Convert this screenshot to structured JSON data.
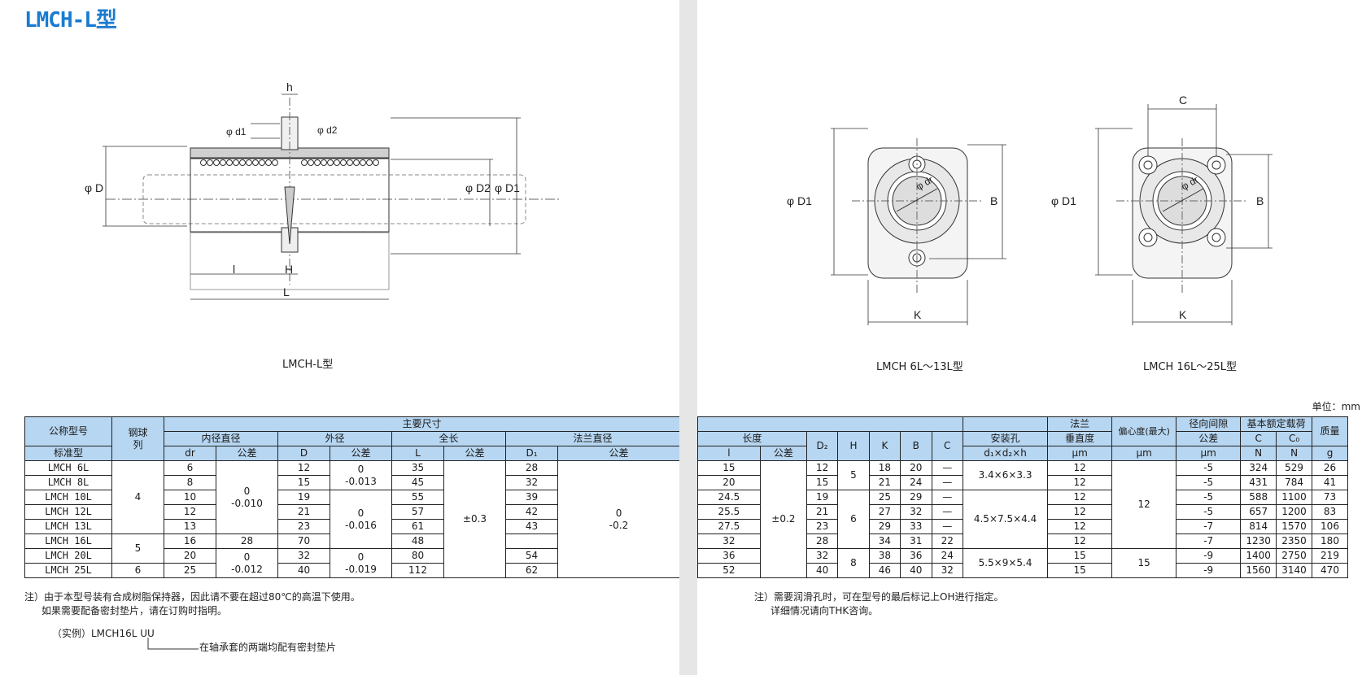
{
  "title": "LMCH-L型",
  "drawings": {
    "left_caption": "LMCH-L型",
    "mid_caption": "LMCH 6L～13L型",
    "right_caption": "LMCH 16L～25L型",
    "labels": {
      "h": "h",
      "d1": "φ d1",
      "d2": "φ d2",
      "D": "φ D",
      "D2": "φ D2",
      "D1": "φ D1",
      "l": "l",
      "H": "H",
      "L": "L",
      "B": "B",
      "K": "K",
      "C": "C",
      "dr": "φ dr"
    }
  },
  "unit": "单位：mm",
  "left_table": {
    "hdr": {
      "model_top": "公称型号",
      "model_bottom": "标准型",
      "balls": "钢球",
      "balls2": "列",
      "main": "主要尺寸",
      "inner": "内径直径",
      "outer": "外径",
      "length": "全长",
      "flange": "法兰直径",
      "dr": "dr",
      "tol": "公差",
      "D": "D",
      "L": "L",
      "D1": "D₁"
    },
    "models": [
      "LMCH 6L",
      "LMCH 8L",
      "LMCH 10L",
      "LMCH 12L",
      "LMCH 13L",
      "LMCH 16L",
      "LMCH 20L",
      "LMCH 25L"
    ],
    "balls": [
      "4",
      "5",
      "6"
    ],
    "dr": [
      "6",
      "8",
      "10",
      "12",
      "13",
      "16",
      "20",
      "25"
    ],
    "dr_tol": [
      [
        "0",
        "-0.010"
      ],
      [
        "0",
        "-0.012"
      ]
    ],
    "D": [
      "12",
      "15",
      "19",
      "21",
      "23",
      "28",
      "32",
      "40"
    ],
    "D_tol": [
      [
        "0",
        "-0.013"
      ],
      [
        "0",
        "-0.016"
      ],
      [
        "0",
        "-0.019"
      ]
    ],
    "L": [
      "35",
      "45",
      "55",
      "57",
      "61",
      "70",
      "80",
      "112"
    ],
    "L_tol": "±0.3",
    "D1": [
      "28",
      "32",
      "39",
      "42",
      "43",
      "48",
      "54",
      "62"
    ],
    "D1_tol": [
      "0",
      "-0.2"
    ]
  },
  "right_table": {
    "hdr": {
      "flange_top": "法兰",
      "flange_perp": "垂直度",
      "eccentric": "偏心度(最大)",
      "radial_top": "径向间隙",
      "radial_tol": "公差",
      "rating": "基本额定载荷",
      "C": "C",
      "C0": "C₀",
      "mass": "质量",
      "length": "长度",
      "l": "l",
      "tol": "公差",
      "D2": "D₂",
      "H": "H",
      "K": "K",
      "B": "B",
      "Ccol": "C",
      "hole_top": "安装孔",
      "hole": "d₁×d₂×h",
      "um": "μm",
      "N": "N",
      "g": "g"
    },
    "l": [
      "15",
      "20",
      "24.5",
      "25.5",
      "27.5",
      "32",
      "36",
      "52"
    ],
    "l_tol": "±0.2",
    "D2": [
      "12",
      "15",
      "19",
      "21",
      "23",
      "28",
      "32",
      "40"
    ],
    "H": [
      "5",
      "6",
      "8"
    ],
    "K": [
      "18",
      "21",
      "25",
      "27",
      "29",
      "34",
      "38",
      "46"
    ],
    "B": [
      "20",
      "24",
      "29",
      "32",
      "33",
      "31",
      "36",
      "40"
    ],
    "C": [
      "—",
      "—",
      "—",
      "—",
      "—",
      "22",
      "24",
      "32"
    ],
    "hole": [
      "3.4×6×3.3",
      "4.5×7.5×4.4",
      "5.5×9×5.4"
    ],
    "perp": [
      "12",
      "12",
      "12",
      "12",
      "12",
      "12",
      "15",
      "15"
    ],
    "ecc": [
      "12",
      "15"
    ],
    "radial": [
      "-5",
      "-5",
      "-5",
      "-5",
      "-7",
      "-7",
      "-9",
      "-9"
    ],
    "Cd": [
      "324",
      "431",
      "588",
      "657",
      "814",
      "1230",
      "1400",
      "1560"
    ],
    "C0": [
      "529",
      "784",
      "1100",
      "1200",
      "1570",
      "2350",
      "2750",
      "3140"
    ],
    "mass": [
      "26",
      "41",
      "73",
      "83",
      "106",
      "180",
      "219",
      "470"
    ]
  },
  "notes": {
    "left1": "注）由于本型号装有合成树脂保持器，因此请不要在超过80℃的高温下使用。",
    "left2": "如果需要配备密封垫片，请在订购时指明。",
    "example": "（实例）LMCH16L UU",
    "example2": "在轴承套的两端均配有密封垫片",
    "right1": "注）需要润滑孔时，可在型号的最后标记上OH进行指定。",
    "right2": "详细情况请向THK咨询。"
  }
}
